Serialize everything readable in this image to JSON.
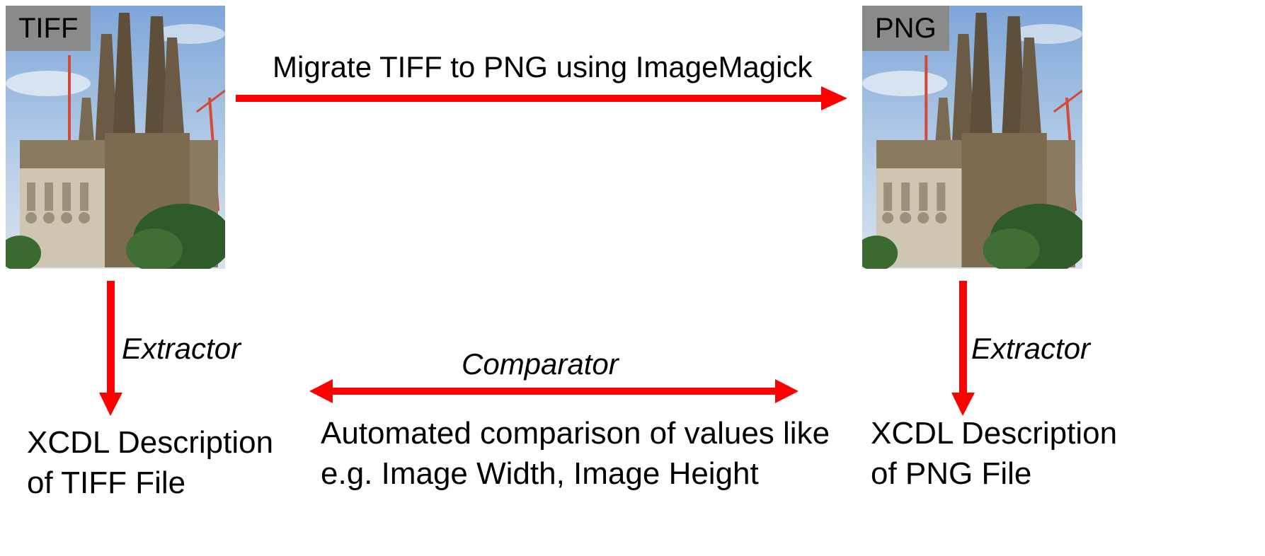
{
  "left_image": {
    "badge": "TIFF"
  },
  "right_image": {
    "badge": "PNG"
  },
  "migrate_label": "Migrate TIFF to PNG using ImageMagick",
  "extractor_left": "Extractor",
  "extractor_right": "Extractor",
  "comparator_label": "Comparator",
  "left_desc": {
    "line1": "XCDL Description",
    "line2": "of TIFF File"
  },
  "right_desc": {
    "line1": "XCDL Description",
    "line2": "of PNG File"
  },
  "center_desc": {
    "line1": "Automated comparison of values like",
    "line2": "e.g. Image Width, Image Height"
  },
  "colors": {
    "arrow": "#ff0000",
    "badge": "#8a8a8a"
  }
}
